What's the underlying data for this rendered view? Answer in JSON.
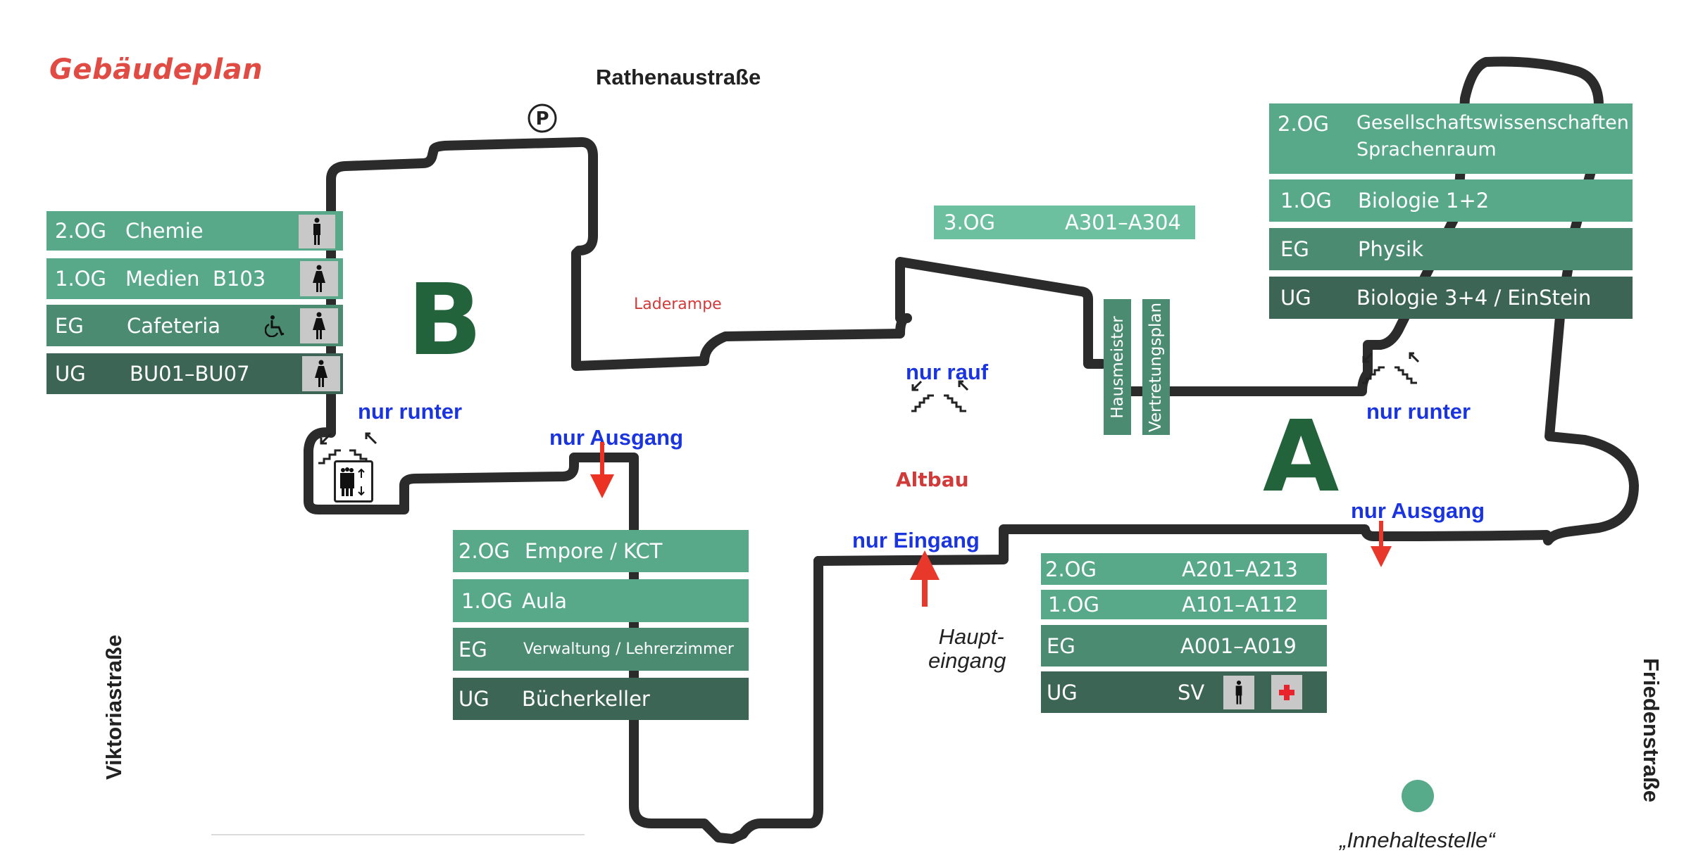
{
  "title": "Gebäudeplan",
  "streets": {
    "north": "Rathenaustraße",
    "west": "Viktoriastraße",
    "east": "Friedenstraße"
  },
  "buildings": {
    "b_label": "B",
    "a_label": "A",
    "altbau_label": "Altbau",
    "laderampe_label": "Laderampe"
  },
  "icons": {
    "parking": "parking-icon",
    "elevator": "elevator-icon",
    "wheelchair": "wheelchair-icon",
    "male_wc": "male-restroom-icon",
    "female_wc": "female-restroom-icon",
    "first_aid": "first-aid-icon",
    "stairs": "stairs-icon"
  },
  "colors": {
    "sign_light": "#57a98a",
    "sign_mid": "#4a8b72",
    "sign_dark": "#3c6555",
    "sign_top": "#6cc09f",
    "building_letter": "#22633b",
    "direction_note": "#1a35e0",
    "arrow": "#e8372b",
    "title": "#e04b43"
  },
  "sign_b_west": [
    {
      "floor": "2.OG",
      "label": "Chemie",
      "icons": [
        "male-restroom-icon"
      ]
    },
    {
      "floor": "1.OG",
      "label": "Medien  B103",
      "icons": [
        "female-restroom-icon"
      ]
    },
    {
      "floor": "EG",
      "label": "Cafeteria",
      "icons": [
        "wheelchair-icon",
        "female-restroom-icon"
      ]
    },
    {
      "floor": "UG",
      "label": "BU01–BU07",
      "icons": [
        "female-restroom-icon"
      ]
    }
  ],
  "sign_b_south": [
    {
      "floor": "2.OG",
      "label": "Empore / KCT"
    },
    {
      "floor": "1.OG",
      "label": "Aula"
    },
    {
      "floor": "EG",
      "label": "Verwaltung / Lehrerzimmer"
    },
    {
      "floor": "UG",
      "label": "Bücherkeller"
    }
  ],
  "sign_a_top": {
    "floor": "3.OG",
    "label": "A301–A304"
  },
  "sign_a_east": [
    {
      "floor": "2.OG",
      "label": "Gesellschaftswissenschaften",
      "label2": "Sprachenraum"
    },
    {
      "floor": "1.OG",
      "label": "Biologie 1+2"
    },
    {
      "floor": "EG",
      "label": "Physik"
    },
    {
      "floor": "UG",
      "label": "Biologie 3+4 / EinStein"
    }
  ],
  "sign_a_south": [
    {
      "floor": "2.OG",
      "label": "A201–A213"
    },
    {
      "floor": "1.OG",
      "label": "A101–A112"
    },
    {
      "floor": "EG",
      "label": "A001–A019"
    },
    {
      "floor": "UG",
      "label": "SV",
      "icons": [
        "male-restroom-icon",
        "first-aid-icon"
      ]
    }
  ],
  "vertical_bars": [
    "Hausmeister",
    "Vertretungsplan"
  ],
  "notes": {
    "b_stairs": "nur runter",
    "b_exit": "nur Ausgang",
    "altbau_stairs": "nur rauf",
    "main_entrance": "nur Eingang",
    "a_stairs": "nur runter",
    "a_exit": "nur Ausgang"
  },
  "haupteingang": {
    "line1": "Haupt-",
    "line2": "eingang"
  },
  "innehaltestelle": "„Innehaltestelle“"
}
